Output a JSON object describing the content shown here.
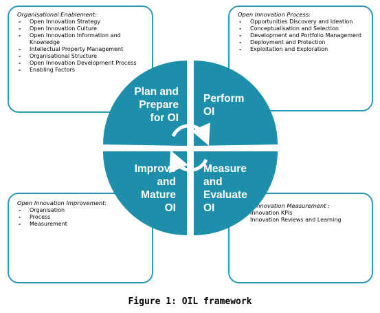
{
  "boxes": {
    "top_left": {
      "title": "Organisational Enablement:",
      "items": [
        "Open Innovation Strategy",
        "Open Innovation Culture",
        "Open Innovation Information and Knowledge",
        "Intellectual Property Management",
        "Organisational Structure",
        "Open Innovation Development Process",
        "Enabling Factors"
      ]
    },
    "top_right": {
      "title": "Open Innovation Process:",
      "items": [
        "Opportunities Discovery and Ideation",
        "Conceptualisation and Selection",
        "Development and Portfolio Management",
        "Deployment and Protection",
        "Exploitation and Exploration"
      ]
    },
    "bottom_left": {
      "title": "Open Innovation Improvement:",
      "items": [
        "Organisation",
        "Process",
        "Measurement"
      ]
    },
    "bottom_right": {
      "title": "Open Innovation Measurement :",
      "items": [
        "Innovation KPIs",
        "Innovation Reviews  and Learning"
      ]
    }
  },
  "quadrants": {
    "top_left": [
      "Plan and",
      "Prepare",
      "for OI"
    ],
    "top_right": [
      "Perform",
      "OI"
    ],
    "bottom_left": [
      "Improve",
      "and",
      "Mature",
      "OI"
    ],
    "bottom_right": [
      "Measure",
      "and",
      "Evaluate",
      "OI"
    ]
  },
  "caption": "Figure 1: OIL framework",
  "colors": {
    "circle": "#1e8fab",
    "border": "#2a9bb6",
    "arrows": "#ffffff"
  }
}
